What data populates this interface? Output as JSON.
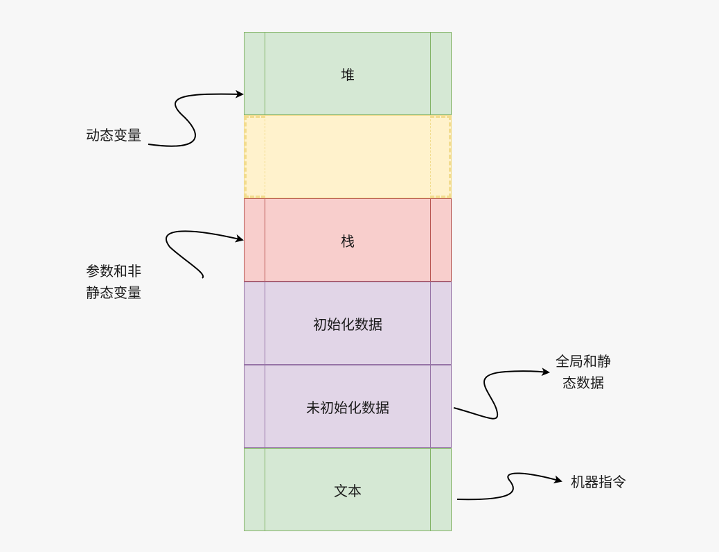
{
  "blocks": {
    "heap": "堆",
    "free": "",
    "stack": "栈",
    "init_data": "初始化数据",
    "uninit_data": "未初始化数据",
    "text": "文本"
  },
  "notes": {
    "dynamic_vars": "动态变量",
    "params_line1": "参数和非",
    "params_line2": "静态变量",
    "global_line1": "全局和静",
    "global_line2": "态数据",
    "machine_code": "机器指令"
  }
}
